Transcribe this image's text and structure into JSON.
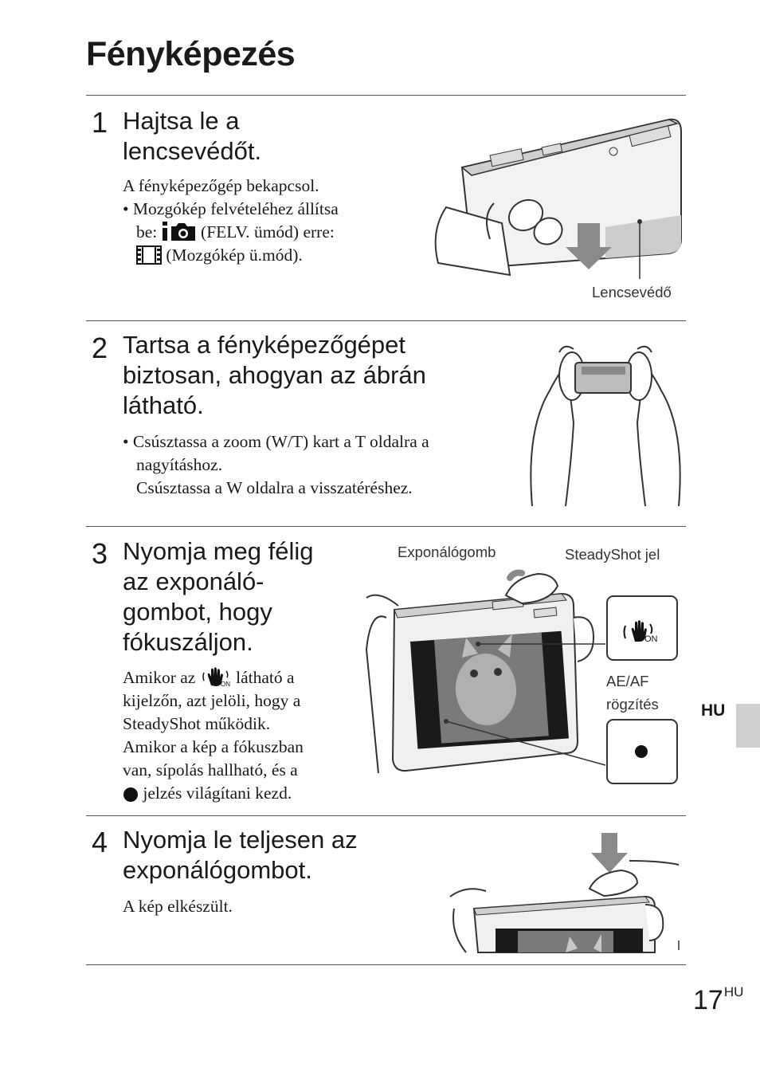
{
  "page": {
    "title": "Fényképezés",
    "side_label": "HU",
    "number": "17",
    "number_suffix": "HU"
  },
  "steps": [
    {
      "num": "1",
      "heading": [
        "Hajtsa le a",
        "lencsevédőt."
      ],
      "text": "A fényképezőgép bekapcsol.",
      "bullet": [
        "Mozgókép felvételéhez állítsa",
        "be:",
        "(FELV. ümód) erre:",
        "(Mozgókép ü.mód)."
      ],
      "callouts": {
        "lens_cover": "Lencsevédő"
      }
    },
    {
      "num": "2",
      "heading": [
        "Tartsa a fényképezőgépet",
        "biztosan, ahogyan az ábrán",
        "látható."
      ],
      "bullet": [
        "Csúsztassa a zoom (W/T) kart a T oldalra a",
        "nagyításhoz.",
        "Csúsztassa a W oldalra a visszatéréshez."
      ]
    },
    {
      "num": "3",
      "heading": [
        "Nyomja meg félig",
        "az exponáló-",
        "gombot, hogy",
        "fókuszáljon."
      ],
      "text": [
        "Amikor az",
        "látható a",
        "kijelzőn, azt jelöli, hogy a",
        "SteadyShot működik.",
        "Amikor a kép a fókuszban",
        "van, sípolás hallható, és a",
        "jelzés világítani kezd."
      ],
      "callouts": {
        "shutter": "Exponálógomb",
        "steadyshot": "SteadyShot jel",
        "aeaf_1": "AE/AF",
        "aeaf_2": "rögzítés",
        "on_badge": "ON"
      }
    },
    {
      "num": "4",
      "heading": [
        "Nyomja le teljesen az",
        "exponálógombot."
      ],
      "text": "A kép elkészült."
    }
  ],
  "icons": [
    "intelligent-auto-camera-icon",
    "movie-film-icon",
    "steadyshot-hand-icon",
    "focus-dot-icon",
    "press-down-arrow-icon"
  ]
}
